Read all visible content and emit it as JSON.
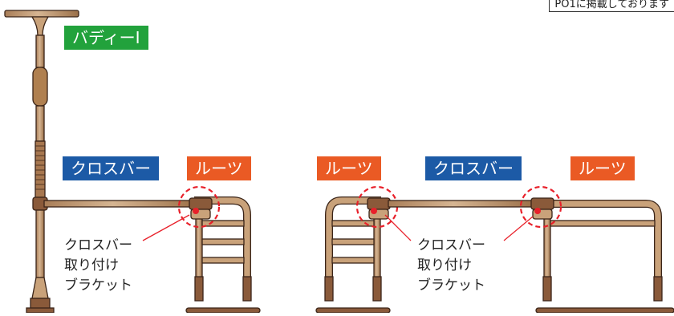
{
  "reference_note": "PO1に掲載しております",
  "labels": {
    "product": "バディーⅠ",
    "crossbar_left": "クロスバー",
    "roots_1": "ルーツ",
    "roots_2": "ルーツ",
    "crossbar_right": "クロスバー",
    "roots_3": "ルーツ"
  },
  "callouts": {
    "left": [
      "クロスバー",
      "取り付け",
      "ブラケット"
    ],
    "right": [
      "クロスバー",
      "取り付け",
      "ブラケット"
    ]
  },
  "colors": {
    "product_label": "#22a23c",
    "crossbar_label": "#1c5aa6",
    "roots_label": "#ea5a24",
    "wood": "#c9a27a",
    "metal": "#8a5a3a",
    "outline": "#3a2418",
    "highlight": "#e8202a"
  }
}
